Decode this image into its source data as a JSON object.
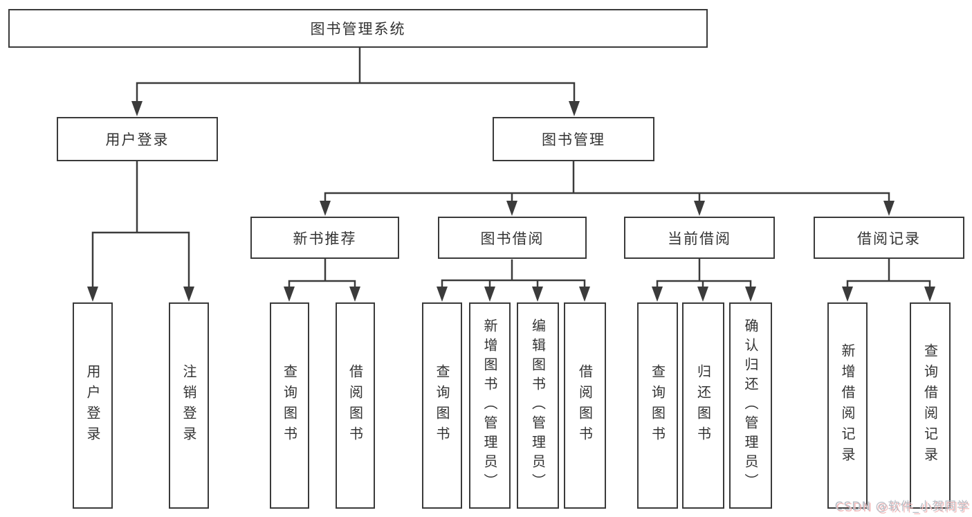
{
  "diagram": {
    "root": {
      "label": "图书管理系统"
    },
    "branches": {
      "user_login": {
        "label": "用户登录"
      },
      "book_mgmt": {
        "label": "图书管理"
      }
    },
    "modules": {
      "new_book": {
        "label": "新书推荐"
      },
      "book_borrow": {
        "label": "图书借阅"
      },
      "current_borrow": {
        "label": "当前借阅"
      },
      "borrow_record": {
        "label": "借阅记录"
      }
    },
    "leaves": {
      "user_login": {
        "label": "用户登录"
      },
      "logout": {
        "label": "注销登录"
      },
      "query_book_recommend": {
        "label": "查询图书"
      },
      "borrow_book_recommend": {
        "label": "借阅图书"
      },
      "query_book_borrow": {
        "label": "查询图书"
      },
      "add_book": {
        "label": "新增图书（管理员）"
      },
      "edit_book": {
        "label": "编辑图书（管理员）"
      },
      "borrow_book": {
        "label": "借阅图书"
      },
      "query_book_current": {
        "label": "查询图书"
      },
      "return_book": {
        "label": "归还图书"
      },
      "confirm_return": {
        "label": "确认归还（管理员）"
      },
      "add_borrow_record": {
        "label": "新增借阅记录"
      },
      "query_borrow_record": {
        "label": "查询借阅记录"
      }
    }
  },
  "watermark": {
    "text": "CSDN @软件_小贺同学"
  },
  "colors": {
    "line": "#3b3b3b",
    "text": "#333333",
    "background": "#ffffff",
    "watermark_text": "#b7bdc5",
    "watermark_shadow": "#f2b9b9"
  }
}
